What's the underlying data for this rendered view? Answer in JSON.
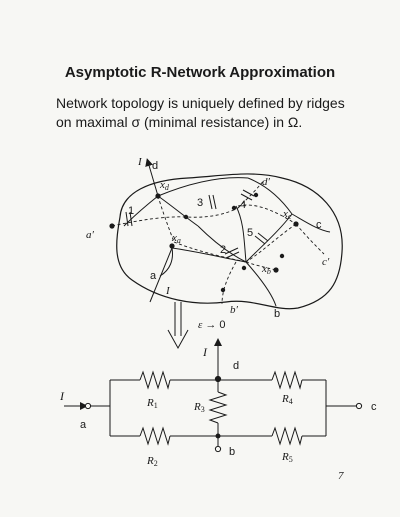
{
  "slide": {
    "title": "Asymptotic R-Network Approximation",
    "subtitle_line1": "Network topology is uniquely defined by ridges",
    "subtitle_line2": "on maximal σ (minimal resistance) in Ω.",
    "page_number": "7"
  },
  "region_diagram": {
    "current_label": "I",
    "terminal_labels": [
      "d",
      "d′",
      "c",
      "c′",
      "b",
      "b′",
      "a",
      "a′"
    ],
    "node_labels": [
      "x_d",
      "x_c",
      "x_a",
      "x_b"
    ],
    "node_subscripts": [
      "d",
      "c",
      "a",
      "b"
    ],
    "ridge_numbers": [
      "1",
      "2",
      "3",
      "4",
      "5"
    ]
  },
  "limit": {
    "epsilon": "ε",
    "arrow_text": "→ 0"
  },
  "circuit": {
    "current_label": "I",
    "terminals": [
      "a",
      "b",
      "c",
      "d"
    ],
    "resistors": [
      "R1",
      "R2",
      "R3",
      "R4",
      "R5"
    ],
    "resistor_base": "R",
    "resistor_subscripts": [
      "1",
      "2",
      "3",
      "4",
      "5"
    ]
  }
}
